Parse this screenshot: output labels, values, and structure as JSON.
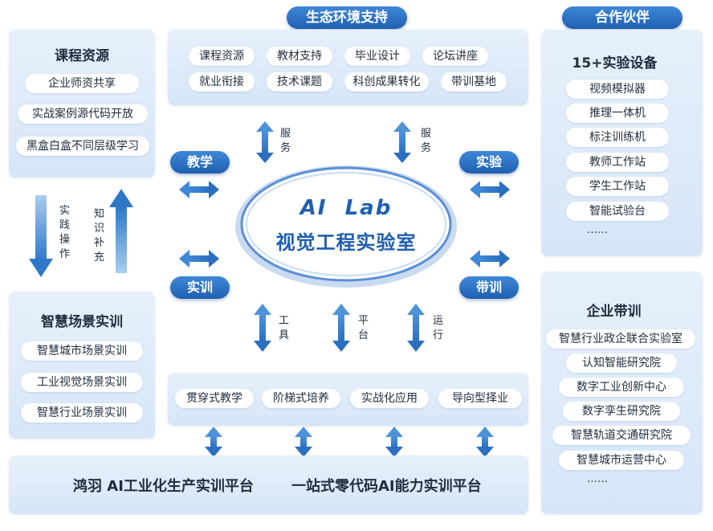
{
  "headers": {
    "ecosystem": "生态环境支持",
    "partners": "合作伙伴"
  },
  "course_resources": {
    "title": "课程资源",
    "items": [
      "企业师资共享",
      "实战案例源代码开放",
      "黑盒白盒不同层级学习"
    ]
  },
  "ecosystem_panel": {
    "row1": [
      "课程资源",
      "教材支持",
      "毕业设计",
      "论坛讲座"
    ],
    "row2": [
      "就业衔接",
      "技术课题",
      "科创成果转化",
      "带训基地"
    ]
  },
  "equipment": {
    "title": "15+实验设备",
    "items": [
      "视频模拟器",
      "推理一体机",
      "标注训练机",
      "教师工作站",
      "学生工作站",
      "智能试验台"
    ],
    "more": "……"
  },
  "flow_labels": {
    "practice": "实践操作",
    "knowledge": "知识补充",
    "service": "服务",
    "tools": "工具",
    "platform": "平台",
    "operation": "运行"
  },
  "center": {
    "line1": "AI  Lab",
    "line2": "视觉工程实验室"
  },
  "corner_tags": {
    "teaching": "教学",
    "experiment": "实验",
    "training": "实训",
    "mentoring": "带训"
  },
  "smart_scene": {
    "title": "智慧场景实训",
    "items": [
      "智慧城市场景实训",
      "工业视觉场景实训",
      "智慧行业场景实训"
    ]
  },
  "enterprise": {
    "title": "企业带训",
    "items": [
      "智慧行业政企联合实验室",
      "认知智能研究院",
      "数字工业创新中心",
      "数字孪生研究院",
      "智慧轨道交通研究院",
      "智慧城市运营中心"
    ],
    "more": "……"
  },
  "methods": {
    "items": [
      "贯穿式教学",
      "阶梯式培养",
      "实战化应用",
      "导向型择业"
    ]
  },
  "bottom": {
    "platform1": "鸿羽 AI工业化生产实训平台",
    "platform2": "一站式零代码AI能力实训平台"
  },
  "colors": {
    "accent": "#1f5fb0",
    "panel": "#dde9f7",
    "arrow": "#2f78c8"
  }
}
